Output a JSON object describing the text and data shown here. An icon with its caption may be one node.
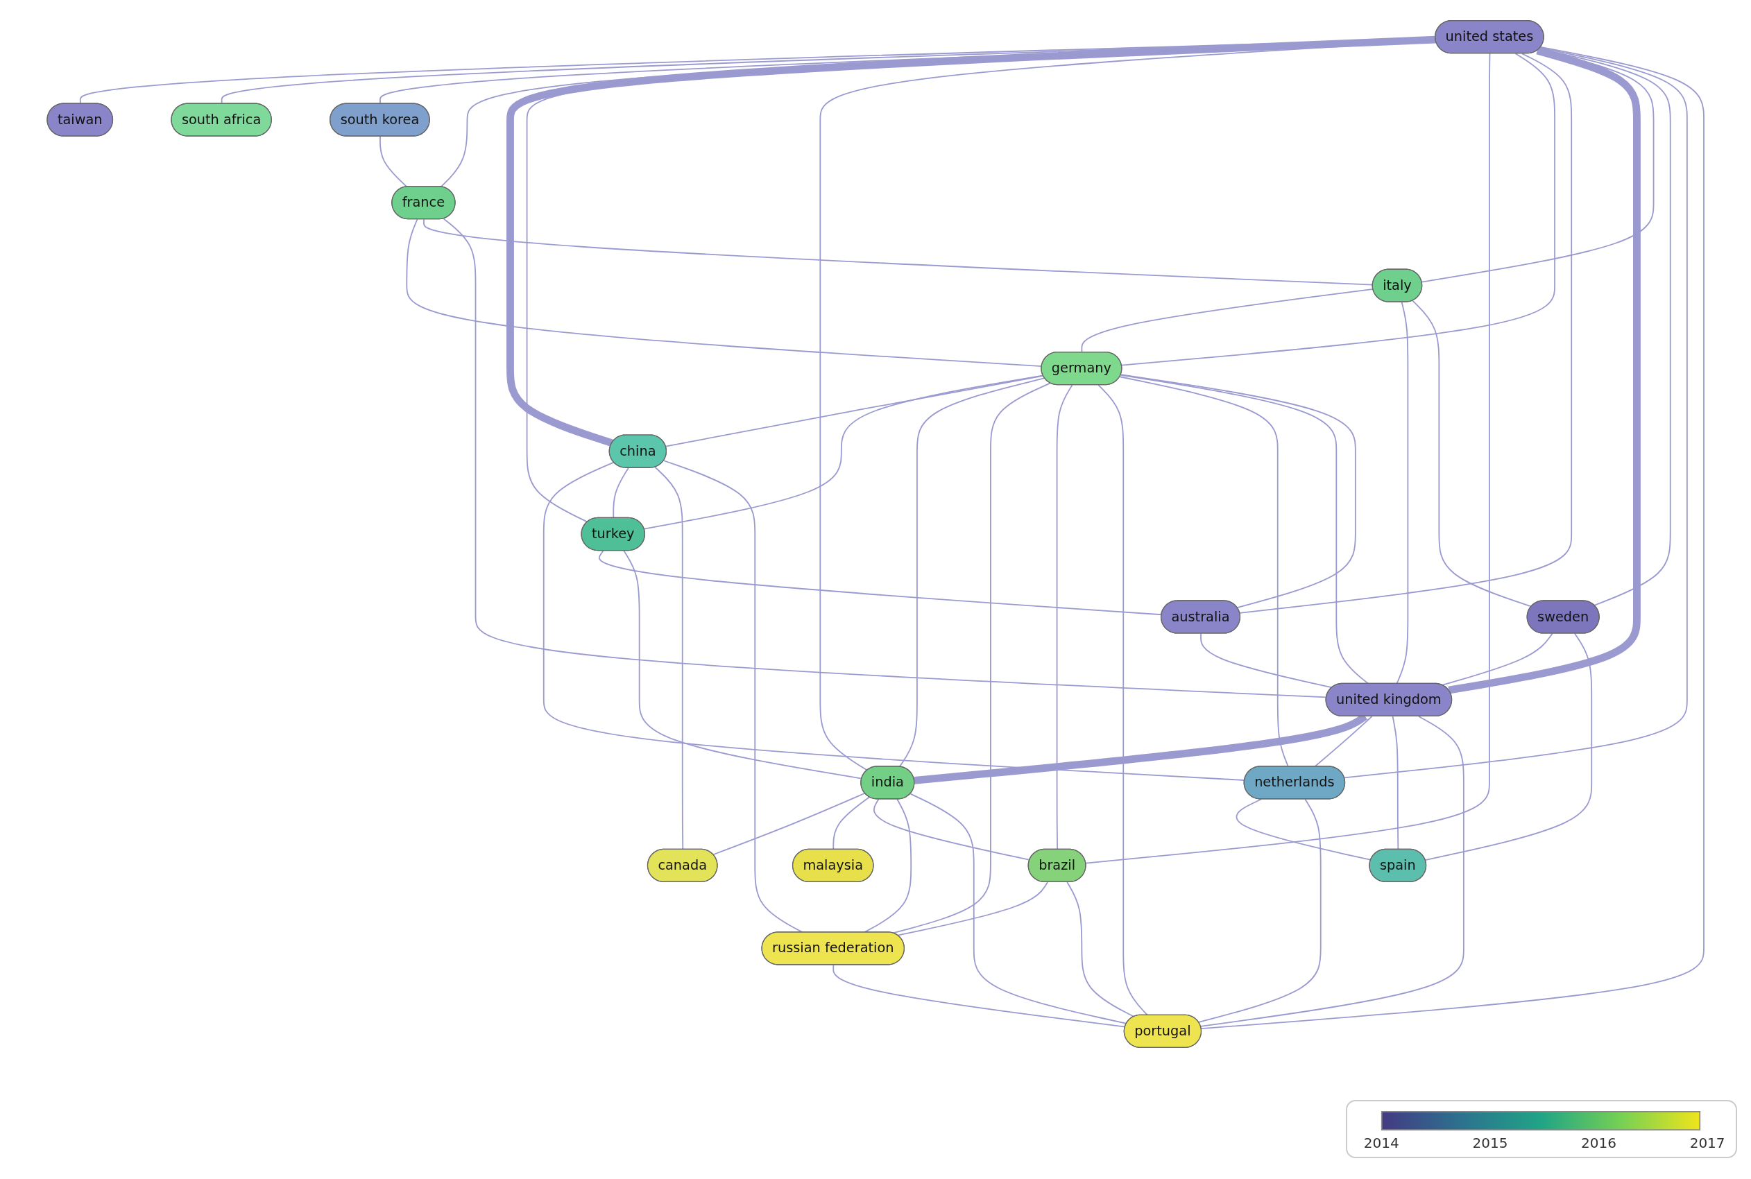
{
  "diagram": {
    "nodes": [
      {
        "text": [
          "taiwan"
        ]
      },
      {
        "text": [
          "south africa"
        ]
      },
      {
        "text": [
          "united states"
        ]
      },
      {
        "text": [
          "canada"
        ]
      },
      {
        "text": [
          "turkey"
        ]
      },
      {
        "text": [
          "china"
        ]
      },
      {
        "text": [
          "malaysia"
        ]
      },
      {
        "text": [
          "india"
        ]
      },
      {
        "text": [
          "russian federation"
        ]
      },
      {
        "text": [
          "brazil"
        ]
      },
      {
        "text": [
          "portugal"
        ]
      },
      {
        "text": [
          "germany"
        ]
      },
      {
        "text": [
          "australia"
        ]
      },
      {
        "text": [
          "south korea"
        ]
      },
      {
        "text": [
          "france"
        ]
      },
      {
        "text": [
          "italy"
        ]
      },
      {
        "text": [
          "netherlands"
        ]
      },
      {
        "text": [
          "united kingdom"
        ]
      },
      {
        "text": [
          "sweden"
        ]
      },
      {
        "text": [
          "spain"
        ]
      }
    ],
    "edges": [
      {
        "from": 2,
        "to": 0,
        "arrow": "none"
      },
      {
        "from": 2,
        "to": 1,
        "arrow": "none"
      },
      {
        "from": 2,
        "to": 13,
        "arrow": "none"
      },
      {
        "from": 2,
        "to": 14,
        "arrow": "none"
      },
      {
        "from": 2,
        "to": 5,
        "arrow": "none",
        "style": "thick"
      },
      {
        "from": 2,
        "to": 4,
        "arrow": "none"
      },
      {
        "from": 2,
        "to": 7,
        "arrow": "none"
      },
      {
        "from": 2,
        "to": 9,
        "arrow": "none"
      },
      {
        "from": 2,
        "to": 11,
        "arrow": "none"
      },
      {
        "from": 2,
        "to": 12,
        "arrow": "none"
      },
      {
        "from": 2,
        "to": 17,
        "arrow": "none",
        "style": "thick"
      },
      {
        "from": 2,
        "to": 15,
        "arrow": "none"
      },
      {
        "from": 2,
        "to": 18,
        "arrow": "none"
      },
      {
        "from": 2,
        "to": 16,
        "arrow": "none"
      },
      {
        "from": 2,
        "to": 10,
        "arrow": "none"
      },
      {
        "from": 13,
        "to": 14,
        "arrow": "none"
      },
      {
        "from": 14,
        "to": 11,
        "arrow": "none"
      },
      {
        "from": 14,
        "to": 15,
        "arrow": "none"
      },
      {
        "from": 14,
        "to": 17,
        "arrow": "none"
      },
      {
        "from": 12,
        "to": 11,
        "arrow": "none"
      },
      {
        "from": 12,
        "to": 17,
        "arrow": "none"
      },
      {
        "from": 4,
        "to": 12,
        "arrow": "none"
      },
      {
        "from": 15,
        "to": 11,
        "arrow": "none"
      },
      {
        "from": 15,
        "to": 17,
        "arrow": "none"
      },
      {
        "from": 15,
        "to": 18,
        "arrow": "none"
      },
      {
        "from": 18,
        "to": 17,
        "arrow": "none"
      },
      {
        "from": 18,
        "to": 19,
        "arrow": "none"
      },
      {
        "from": 11,
        "to": 4,
        "arrow": "none"
      },
      {
        "from": 11,
        "to": 5,
        "arrow": "none"
      },
      {
        "from": 11,
        "to": 7,
        "arrow": "none"
      },
      {
        "from": 11,
        "to": 8,
        "arrow": "none"
      },
      {
        "from": 11,
        "to": 9,
        "arrow": "none"
      },
      {
        "from": 11,
        "to": 10,
        "arrow": "none"
      },
      {
        "from": 11,
        "to": 16,
        "arrow": "none"
      },
      {
        "from": 11,
        "to": 17,
        "arrow": "none"
      },
      {
        "from": 17,
        "to": 7,
        "arrow": "none",
        "style": "thick"
      },
      {
        "from": 17,
        "to": 16,
        "arrow": "none"
      },
      {
        "from": 17,
        "to": 19,
        "arrow": "none"
      },
      {
        "from": 17,
        "to": 10,
        "arrow": "none"
      },
      {
        "from": 5,
        "to": 16,
        "arrow": "none"
      },
      {
        "from": 16,
        "to": 19,
        "arrow": "none"
      },
      {
        "from": 16,
        "to": 10,
        "arrow": "none"
      },
      {
        "from": 5,
        "to": 4,
        "arrow": "none"
      },
      {
        "from": 5,
        "to": 3,
        "arrow": "none"
      },
      {
        "from": 5,
        "to": 8,
        "arrow": "none"
      },
      {
        "from": 7,
        "to": 3,
        "arrow": "none"
      },
      {
        "from": 7,
        "to": 6,
        "arrow": "none"
      },
      {
        "from": 7,
        "to": 9,
        "arrow": "none"
      },
      {
        "from": 7,
        "to": 8,
        "arrow": "none"
      },
      {
        "from": 7,
        "to": 10,
        "arrow": "none"
      },
      {
        "from": 7,
        "to": 4,
        "arrow": "none"
      },
      {
        "from": 9,
        "to": 8,
        "arrow": "none"
      },
      {
        "from": 9,
        "to": 10,
        "arrow": "none"
      },
      {
        "from": 8,
        "to": 10,
        "arrow": "none"
      }
    ],
    "labels": [
      "2014",
      "2015",
      "2016",
      "2017"
    ]
  }
}
